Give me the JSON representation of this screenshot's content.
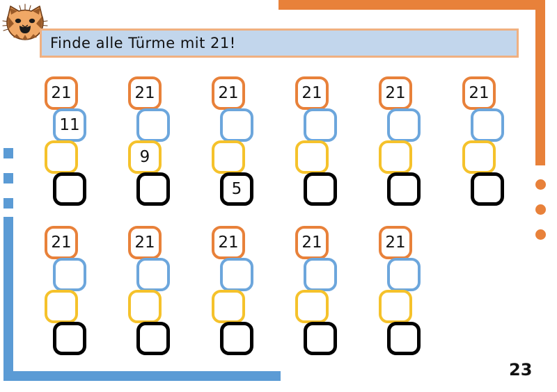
{
  "worksheet": {
    "title": "Finde alle Türme mit 21!",
    "page_number": "23",
    "mascot_icon": "cat-face-icon"
  },
  "colors": {
    "orange": "#E8813A",
    "blue": "#6CA6DC",
    "yellow": "#F5C22B",
    "black": "#000000",
    "banner_fill": "#C2D6EC",
    "banner_border": "#F0B080",
    "deco_blue": "#5B9BD5"
  },
  "levels": [
    {
      "name": "orange",
      "color": "#E8813A"
    },
    {
      "name": "blue",
      "color": "#6CA6DC"
    },
    {
      "name": "yellow",
      "color": "#F5C22B"
    },
    {
      "name": "black",
      "color": "#000000"
    }
  ],
  "rows": [
    {
      "row_index": 0,
      "towers": [
        {
          "cells": [
            "21",
            "11",
            "",
            ""
          ]
        },
        {
          "cells": [
            "21",
            "",
            "9",
            ""
          ]
        },
        {
          "cells": [
            "21",
            "",
            "",
            "5"
          ]
        },
        {
          "cells": [
            "21",
            "",
            "",
            ""
          ]
        },
        {
          "cells": [
            "21",
            "",
            "",
            ""
          ]
        },
        {
          "cells": [
            "21",
            "",
            "",
            ""
          ]
        }
      ]
    },
    {
      "row_index": 1,
      "towers": [
        {
          "cells": [
            "21",
            "",
            "",
            ""
          ]
        },
        {
          "cells": [
            "21",
            "",
            "",
            ""
          ]
        },
        {
          "cells": [
            "21",
            "",
            "",
            ""
          ]
        },
        {
          "cells": [
            "21",
            "",
            "",
            ""
          ]
        },
        {
          "cells": [
            "21",
            "",
            "",
            ""
          ]
        }
      ]
    }
  ]
}
